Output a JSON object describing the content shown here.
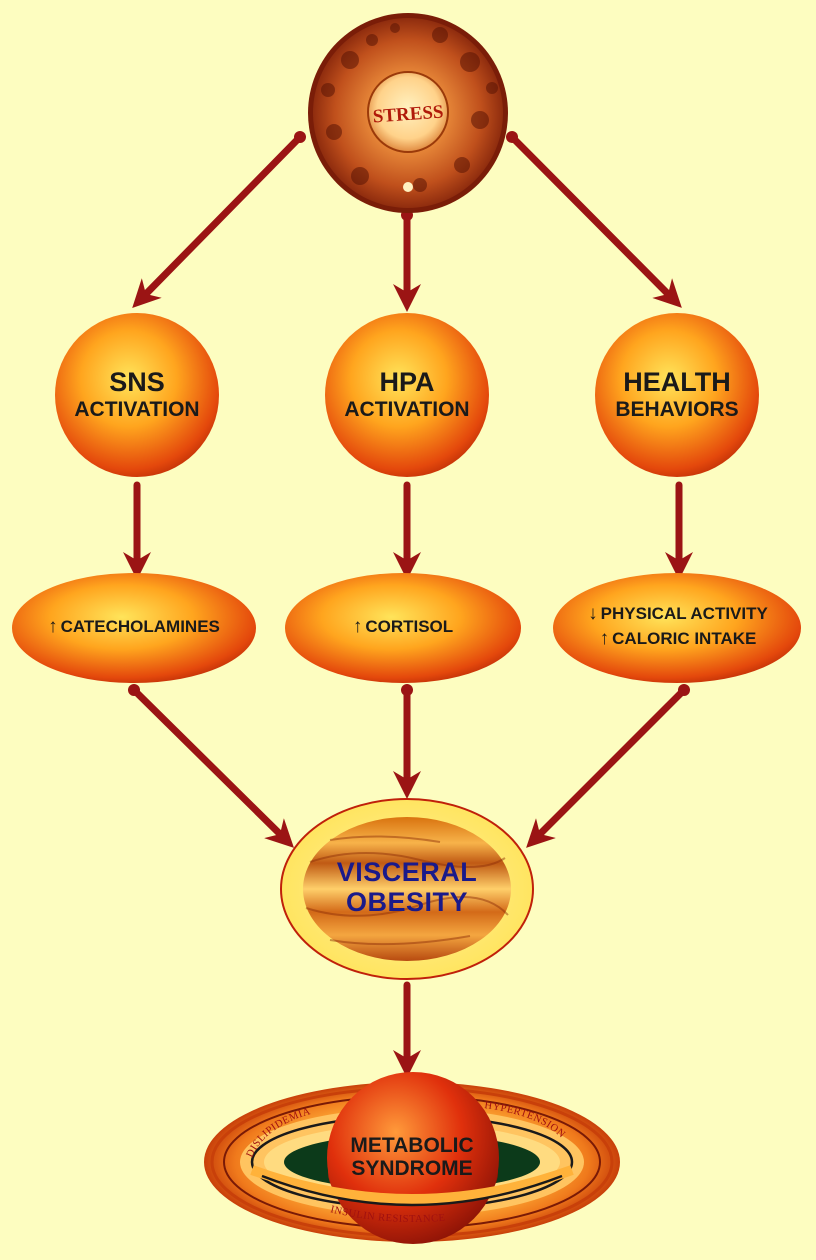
{
  "stress": {
    "label": "STRESS"
  },
  "nodes": {
    "sns": {
      "line1": "SNS",
      "line2": "ACTIVATION"
    },
    "hpa": {
      "line1": "HPA",
      "line2": "ACTIVATION"
    },
    "health": {
      "line1": "HEALTH",
      "line2": "BEHAVIORS"
    }
  },
  "effects": {
    "catecholamines": {
      "arrow": "↑",
      "text": "CATECHOLAMINES"
    },
    "cortisol": {
      "arrow": "↑",
      "text": "CORTISOL"
    },
    "physical": {
      "arrow": "↓",
      "text": "PHYSICAL ACTIVITY"
    },
    "caloric": {
      "arrow": "↑",
      "text": "CALORIC INTAKE"
    }
  },
  "visceral": {
    "line1": "VISCERAL",
    "line2": "OBESITY"
  },
  "metabolic": {
    "line1": "METABOLIC",
    "line2": "SYNDROME",
    "ring_labels": {
      "left": "DISLIPIDEMIA",
      "right": "HYPERTENSION",
      "bottom": "INSULIN RESISTANCE"
    }
  },
  "colors": {
    "background": "#fdfdc0",
    "arrow": "#9b1414",
    "node_center": "#ffd23a",
    "node_edge": "#d83a0a",
    "visceral_text": "#1a1a8a"
  }
}
